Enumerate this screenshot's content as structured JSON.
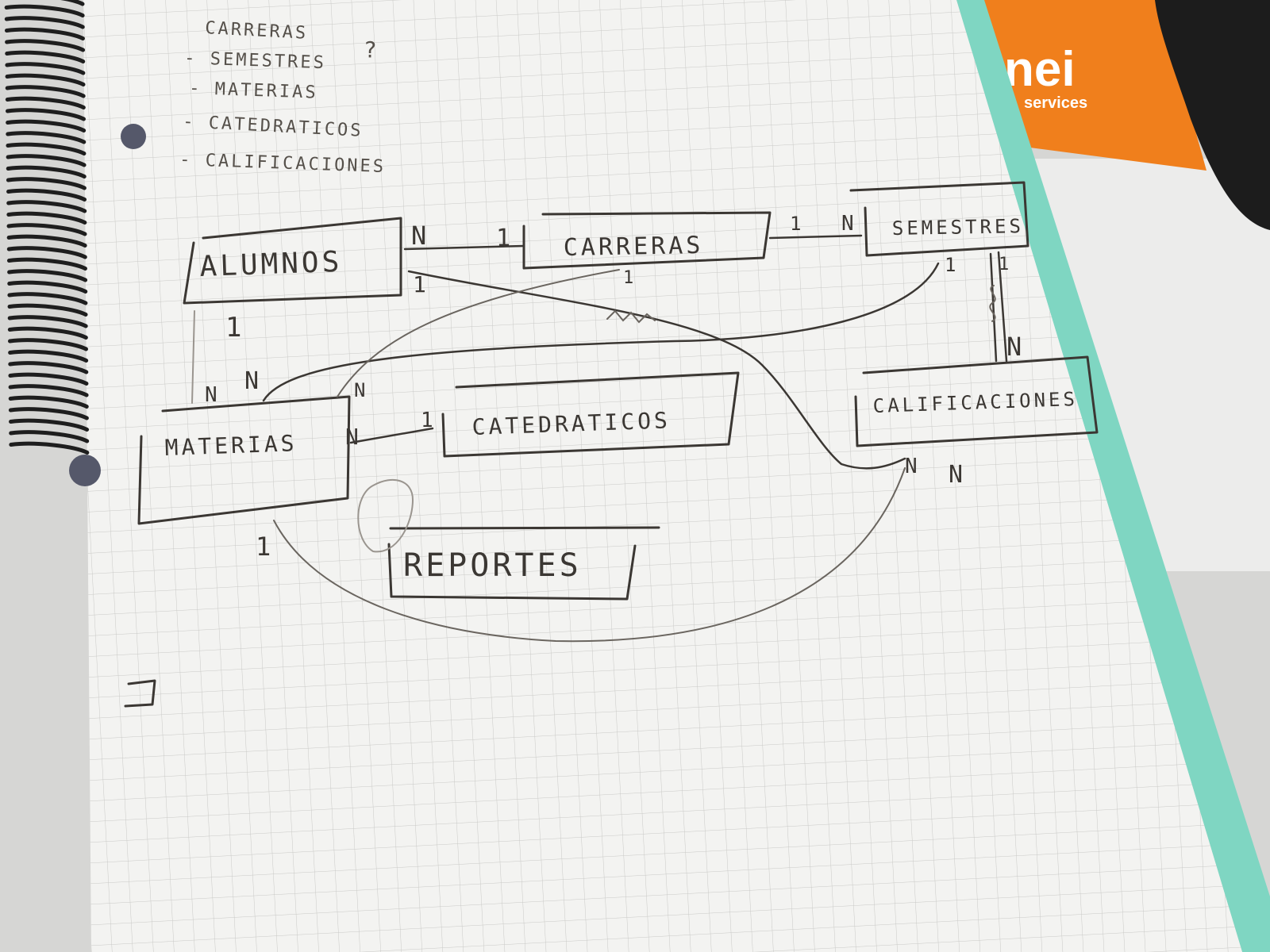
{
  "background_card": {
    "brand": "nei",
    "subtitle": "services",
    "color": "#f07f1c"
  },
  "page_colors": {
    "paper": "#f3f3f1",
    "grid": "#c9c9c6",
    "ink": "#3b3733",
    "tab": "#7fd6c2"
  },
  "list": {
    "items": [
      "CARRERAS",
      "- SEMESTRES",
      "- MATERIAS",
      "- CATEDRATICOS",
      "- CALIFICACIONES"
    ],
    "question_mark": "?"
  },
  "entities": {
    "alumnos": "ALUMNOS",
    "carreras": "CARRERAS",
    "semestres": "SEMESTRES",
    "materias": "MATERIAS",
    "catedraticos": "CATEDRATICOS",
    "calificaciones": "CALIFICACIONES",
    "reportes": "REPORTES"
  },
  "cardinalities": {
    "alumnos_carreras_n": "N",
    "alumnos_carreras_1": "1",
    "carreras_semestres_1": "1",
    "carreras_semestres_n": "N",
    "alumnos_below_1": "1",
    "alumnos_bottom_1": "1",
    "alumnos_materias_n": "N",
    "materias_top_n": "N",
    "materias_top_n2": "N",
    "materias_catedraticos_n": "N",
    "materias_catedraticos_1": "1",
    "carreras_below_1": "1",
    "semestres_below_1": "1",
    "semestres_below_1b": "1",
    "calificaciones_top_n": "N",
    "calificaciones_bottom_n": "N",
    "calificaciones_bottom_n2": "N",
    "materias_bottom_1": "1"
  }
}
